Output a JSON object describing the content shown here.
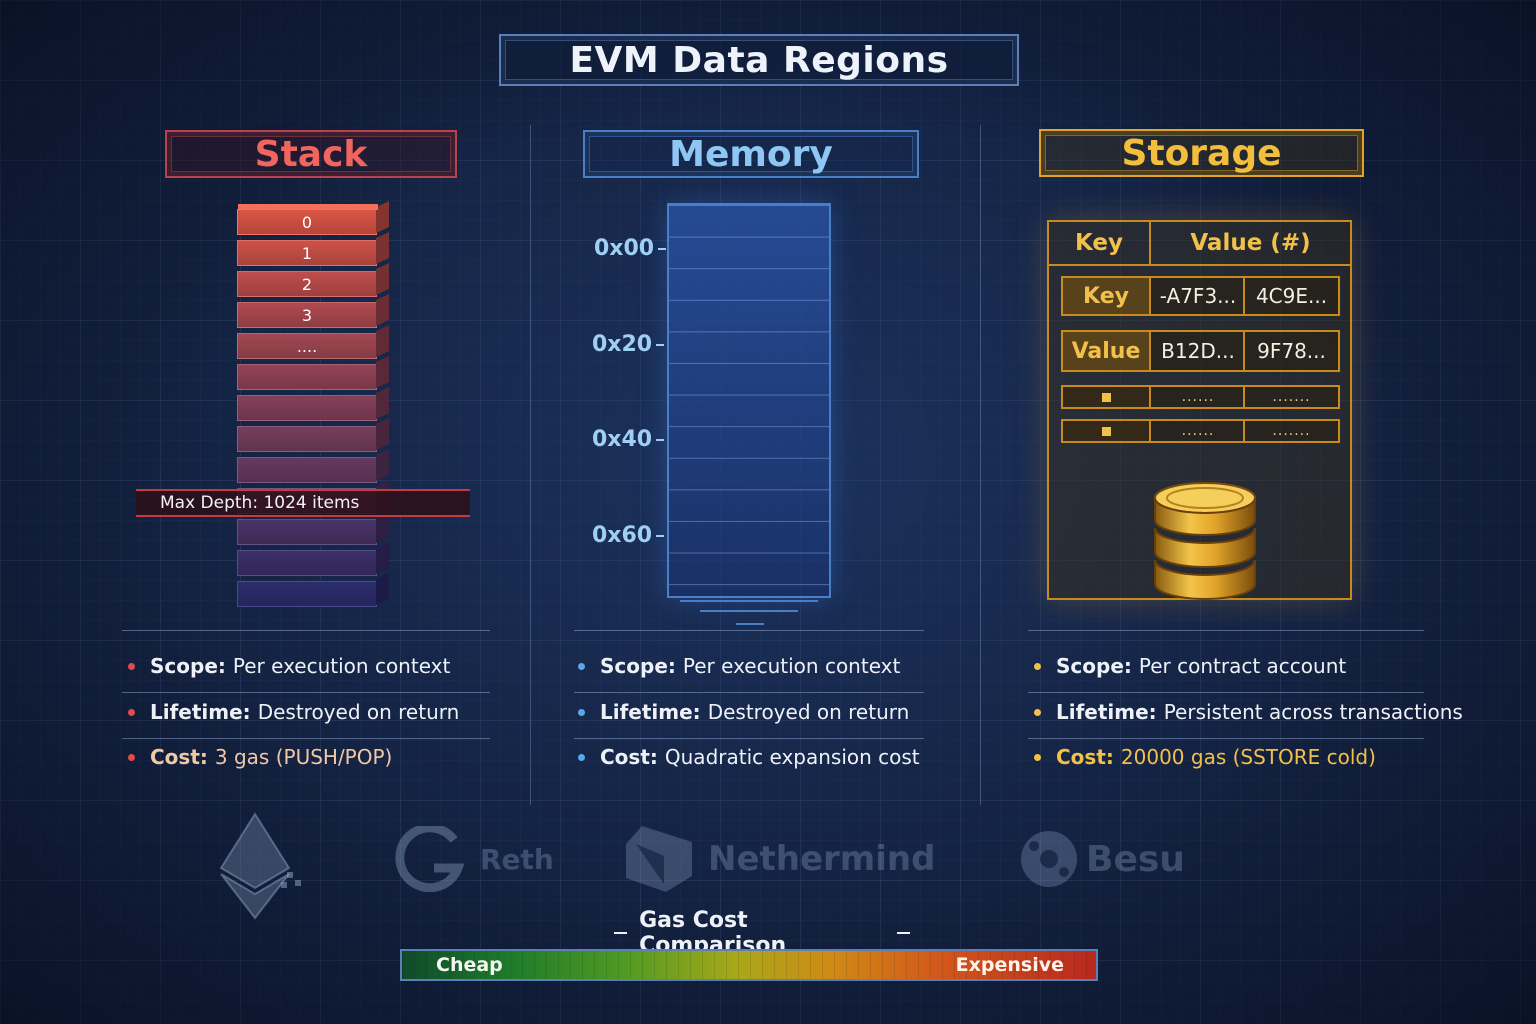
{
  "title": "EVM Data Regions",
  "sections": {
    "stack": {
      "title": "Stack",
      "blocks": [
        "0",
        "1",
        "2",
        "3",
        "...."
      ],
      "max_depth": "Max Depth: 1024 items",
      "bullets": [
        {
          "key": "Scope:",
          "value": "Per execution context"
        },
        {
          "key": "Lifetime:",
          "value": "Destroyed on return"
        },
        {
          "key": "Cost:",
          "value": "3 gas (PUSH/POP)"
        }
      ],
      "accent": "#e34b4b"
    },
    "memory": {
      "title": "Memory",
      "addresses": [
        "0x00",
        "0x20",
        "0x40",
        "0x60"
      ],
      "bullets": [
        {
          "key": "Scope:",
          "value": "Per execution context"
        },
        {
          "key": "Lifetime:",
          "value": "Destroyed on return"
        },
        {
          "key": "Cost:",
          "value": "Quadratic expansion cost"
        }
      ],
      "accent": "#5aa8ec"
    },
    "storage": {
      "title": "Storage",
      "table_headers": {
        "key": "Key",
        "value": "Value (#)"
      },
      "rows": [
        {
          "label": "Key",
          "c1": "-A7F3...",
          "c2": "4C9E..."
        },
        {
          "label": "Value",
          "c1": "B12D...",
          "c2": "9F78..."
        },
        {
          "label": "",
          "c1": "......",
          "c2": "......."
        },
        {
          "label": "",
          "c1": "......",
          "c2": "......."
        }
      ],
      "icon": "database-icon",
      "bullets": [
        {
          "key": "Scope:",
          "value": "Per contract account"
        },
        {
          "key": "Lifetime:",
          "value": "Persistent across transactions"
        },
        {
          "key": "Cost:",
          "value": "20000 gas (SSTORE cold)"
        }
      ],
      "accent": "#f2c14a"
    }
  },
  "clients": [
    "Reth",
    "Nethermind",
    "Besu"
  ],
  "client_icons": [
    "ethereum-icon",
    "reth-icon",
    "nethermind-icon",
    "besu-icon"
  ],
  "gas_scale": {
    "title": "Gas Cost Comparison",
    "low_label": "Cheap",
    "high_label": "Expensive"
  }
}
